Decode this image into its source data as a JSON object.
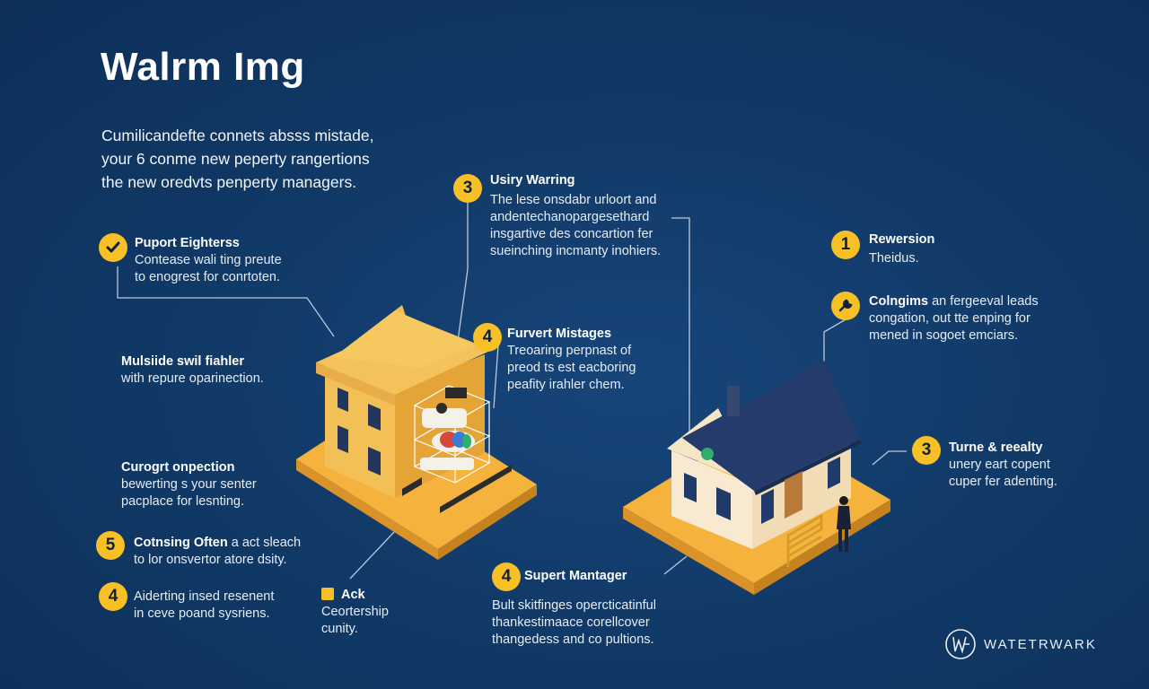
{
  "title": "Walrm Img",
  "intro": [
    "Cumilicandefte connets absss mistade,",
    "your 6 conme new peperty rangertions",
    "the new oredvts penperty managers."
  ],
  "blocks": {
    "support": {
      "title": "Puport Eighterss",
      "lines": [
        "Contease wali ting preute",
        "to enogrest for conrtoten."
      ]
    },
    "multiside": {
      "title": "Mulsiide swil fiahler",
      "lines": [
        "with repure oparinection."
      ]
    },
    "curogrt": {
      "title": "Curogrt onpection",
      "lines": [
        "bewerting s your senter",
        "pacplace for lesnting."
      ]
    },
    "cotnsing": {
      "badge": "5",
      "title": "Cotnsing Often",
      "title_rest": " a act sleach",
      "lines": [
        "to lor onsvertor atore dsity."
      ]
    },
    "aiderting": {
      "badge": "4",
      "lines": [
        "Aiderting insed resenent",
        "in ceve poand sysriens."
      ]
    },
    "ack": {
      "title": "Ack",
      "lines": [
        "Ceortership",
        "cunity."
      ]
    },
    "usiry": {
      "badge": "3",
      "title": "Usiry Warring",
      "lines": [
        "The lese onsdabr urloort and",
        "andentechanopargesethard",
        "insgartive des concartion fer",
        "sueinching incmanty inohiers."
      ]
    },
    "furvert": {
      "badge": "4",
      "title": "Furvert Mistages",
      "lines": [
        "Treoaring perpnast of",
        "preod ts est eacboring",
        "peafity irahler chem."
      ]
    },
    "supert": {
      "badge": "4",
      "title": "Supert Mantager",
      "lines": [
        "Bult skitfinges opercticatinful",
        "thankestimaace corellcover",
        "thangedess and co pultions."
      ]
    },
    "rewersion": {
      "badge": "1",
      "title": "Rewersion",
      "lines": [
        "Theidus."
      ]
    },
    "colngims": {
      "title": "Colngims",
      "title_rest": " an fergeeval leads",
      "lines": [
        "congation, out tte enping for",
        "mened in sogoet emciars."
      ]
    },
    "turne": {
      "badge": "3",
      "title": "Turne & reealty",
      "lines": [
        "unery eart copent",
        "cuper fer adenting."
      ]
    }
  },
  "watermark": "WATETRWARK",
  "colors": {
    "background": "#0f3563",
    "accent_yellow": "#f6c026",
    "roof_navy": "#1f3a6b",
    "building_yellow": "#f4bd4c",
    "platform_yellow": "#f7b73a"
  },
  "icons": [
    "check-icon",
    "wrench-icon",
    "building-icon",
    "house-icon",
    "person-icon",
    "watermark-logo-icon"
  ]
}
